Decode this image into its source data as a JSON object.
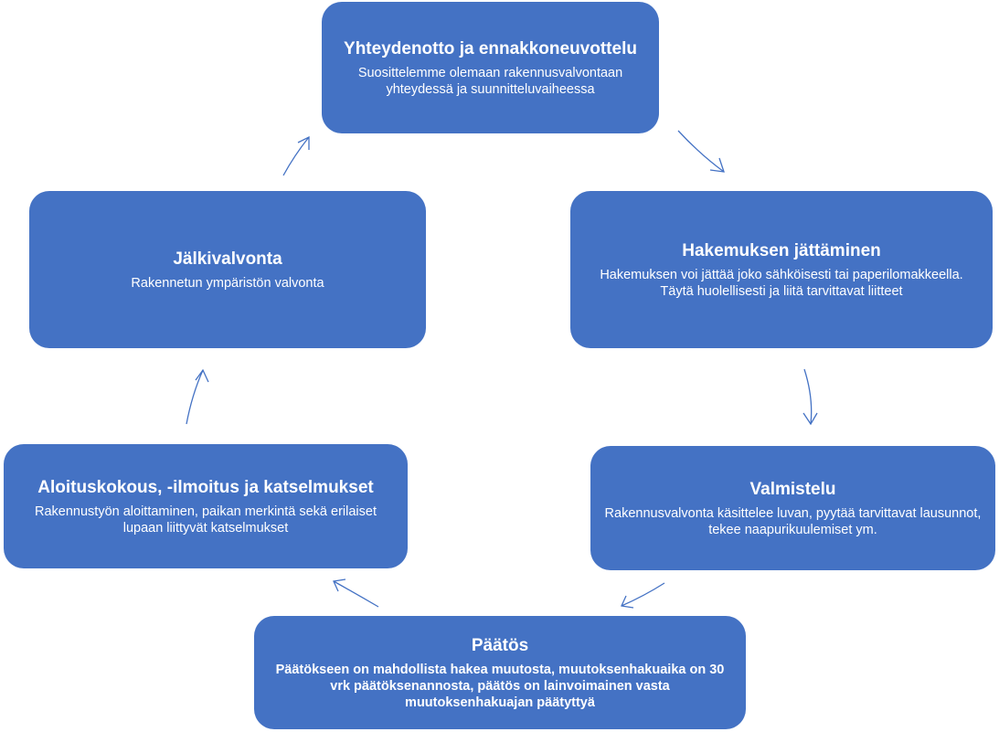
{
  "steps": [
    {
      "title": "Yhteydenotto ja ennakkoneuvottelu",
      "description": "Suosittelemme olemaan rakennusvalvontaan yhteydessä ja suunnitteluvaiheessa"
    },
    {
      "title": "Hakemuksen jättäminen",
      "description": "Hakemuksen voi jättää joko sähköisesti tai paperilomakkeella. Täytä huolellisesti ja liitä tarvittavat liitteet"
    },
    {
      "title": "Valmistelu",
      "description": "Rakennusvalvonta käsittelee luvan, pyytää tarvittavat lausunnot, tekee naapurikuulemiset ym."
    },
    {
      "title": "Päätös",
      "description": "Päätökseen on mahdollista hakea muutosta, muutoksenhakuaika on 30 vrk päätöksenannosta, päätös on lainvoimainen vasta muutoksenhakuajan päätyttyä"
    },
    {
      "title": "Aloituskokous, -ilmoitus ja katselmukset",
      "description": "Rakennustyön aloittaminen, paikan merkintä sekä erilaiset lupaan liittyvät katselmukset"
    },
    {
      "title": "Jälkivalvonta",
      "description": "Rakennetun ympäristön valvonta"
    }
  ],
  "colors": {
    "box_fill": "#4472C4",
    "text": "#FFFFFF",
    "arrow": "#4472C4"
  }
}
